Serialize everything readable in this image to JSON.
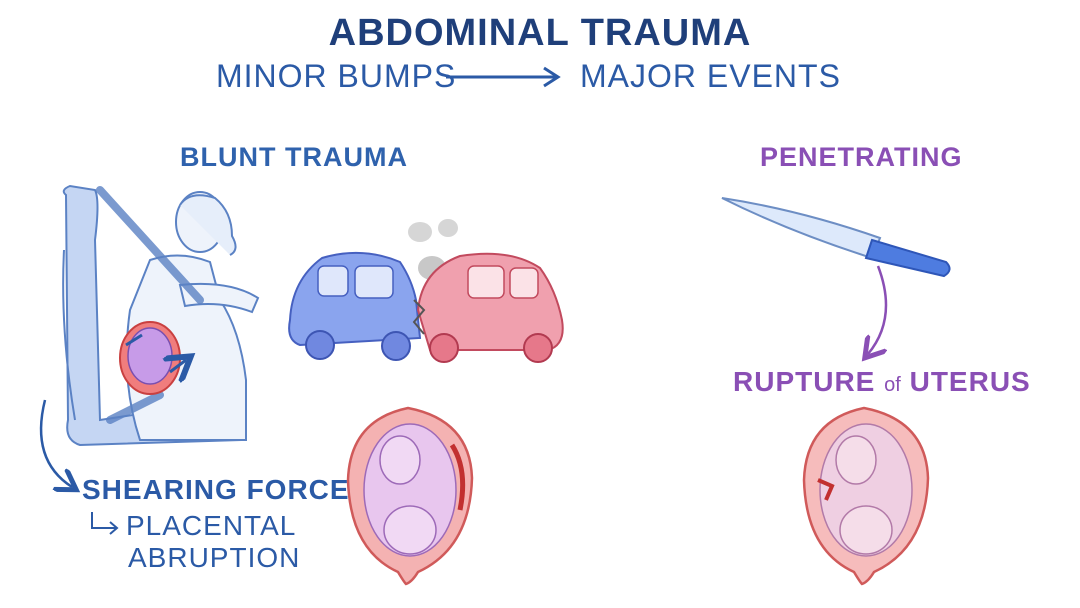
{
  "title": "ABDOMINAL TRAUMA",
  "subtitle": {
    "left": "MINOR BUMPS",
    "right": "MAJOR EVENTS"
  },
  "blunt": {
    "heading": "BLUNT TRAUMA",
    "shearing": "SHEARING FORCES",
    "result_line1": "PLACENTAL",
    "result_line2": "ABRUPTION"
  },
  "penetrating": {
    "heading": "PENETRATING",
    "result_main": "RUPTURE",
    "result_of": "of",
    "result_end": "UTERUS"
  },
  "colors": {
    "title": "#1f3f7a",
    "blue_text": "#2b5aa6",
    "purple_text": "#8a4fb5",
    "car_blue": "#6f8fe6",
    "car_red": "#e07a8c",
    "uterus": "#f2a8a8"
  },
  "icons": [
    "arrow-right-icon",
    "seatbelt-woman-icon",
    "car-crash-icon",
    "uterus-fetus-icon",
    "knife-icon",
    "curved-arrow-icon",
    "hook-arrow-icon"
  ]
}
